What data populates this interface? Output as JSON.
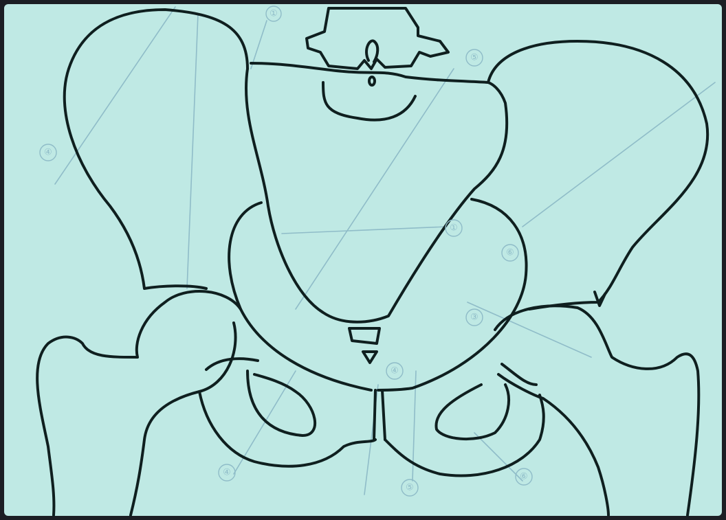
{
  "diagram": {
    "subject": "pelvis-line-drawing",
    "colors": {
      "screen": "#bfe9e4",
      "outline": "#0f1f1f",
      "guide": "#8fbcc8",
      "frame": "#1c1e24"
    },
    "markers": [
      {
        "id": "m-top",
        "label": "①"
      },
      {
        "id": "m-left-ilium",
        "label": "④"
      },
      {
        "id": "m-right-upper",
        "label": "⑤"
      },
      {
        "id": "m-sacrum-line",
        "label": "①"
      },
      {
        "id": "m-right-ilium",
        "label": "⑥"
      },
      {
        "id": "m-right-acetabulum",
        "label": "③"
      },
      {
        "id": "m-pubis-center",
        "label": "④"
      },
      {
        "id": "m-bottom-left",
        "label": "④"
      },
      {
        "id": "m-bottom-center",
        "label": "⑤"
      },
      {
        "id": "m-bottom-right",
        "label": "⑥"
      }
    ]
  }
}
